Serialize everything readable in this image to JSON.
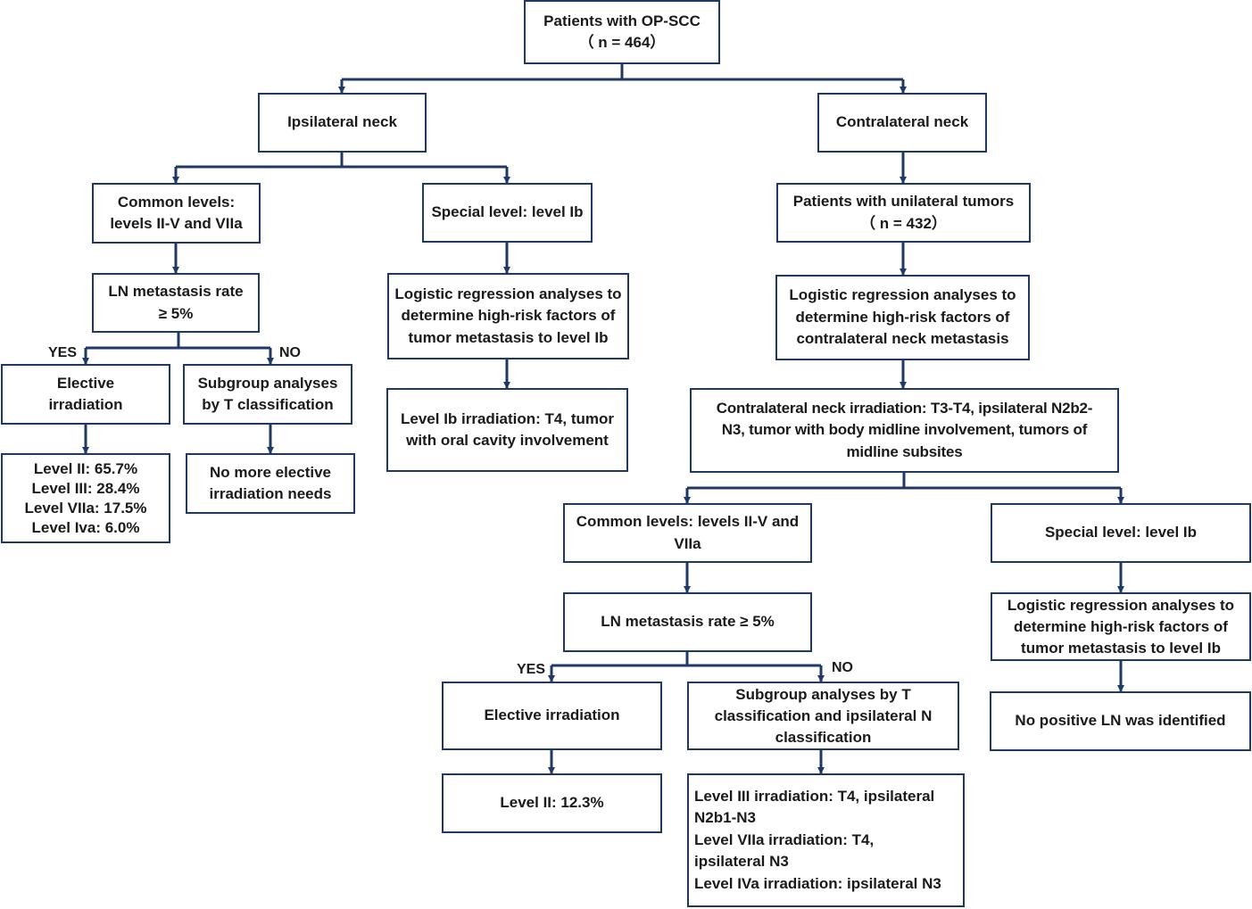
{
  "colors": {
    "line": "#1f3864",
    "text": "#1a1a1a",
    "background": "#ffffff"
  },
  "nodes": {
    "root": {
      "lines": [
        "Patients with OP-SCC",
        "（ n = 464）"
      ]
    },
    "ipsi": {
      "lines": [
        "Ipsilateral  neck"
      ]
    },
    "contra": {
      "lines": [
        "Contralateral  neck"
      ]
    },
    "ipsi_common": {
      "lines": [
        "Common levels:",
        "levels II-V and VIIa"
      ]
    },
    "ipsi_special": {
      "lines": [
        "Special  level:  level Ib"
      ]
    },
    "uni": {
      "lines": [
        "Patients with unilateral tumors",
        "（ n = 432）"
      ]
    },
    "ipsi_rate": {
      "lines": [
        "LN metastasis rate",
        "≥ 5%"
      ]
    },
    "ipsi_logreg": {
      "lines": [
        "Logistic regression analyses to",
        "determine high-risk factors of",
        "tumor metastasis to level Ib"
      ]
    },
    "contra_logreg": {
      "lines": [
        "Logistic regression analyses to",
        "determine high-risk factors of",
        "contralateral neck metastasis"
      ]
    },
    "ipsi_elective": {
      "lines": [
        "Elective",
        "irradiation"
      ]
    },
    "ipsi_subgroup": {
      "lines": [
        "Subgroup analyses",
        "by T classification"
      ]
    },
    "ipsi_ib_irr": {
      "lines": [
        "Level Ib irradiation:  T4, tumor",
        "with oral cavity involvement"
      ]
    },
    "contra_irr": {
      "lines": [
        "Contralateral neck irradiation:  T3-T4, ipsilateral  N2b2-",
        "N3, tumor with body midline involvement, tumors of",
        "midline subsites"
      ]
    },
    "ipsi_levels": {
      "lines": [
        "Level II: 65.7%",
        "Level III:  28.4%",
        "Level VIIa:  17.5%",
        "Level Iva:  6.0%"
      ]
    },
    "ipsi_nomore": {
      "lines": [
        "No more elective",
        "irradiation needs"
      ]
    },
    "contra_common": {
      "lines": [
        "Common levels:  levels II-V and",
        "VIIa"
      ]
    },
    "contra_special": {
      "lines": [
        "Special  level:  level Ib"
      ]
    },
    "contra_rate": {
      "lines": [
        "LN metastasis  rate ≥ 5%"
      ]
    },
    "contra_special_logreg": {
      "lines": [
        "Logistic regression analyses to",
        "determine high-risk factors of",
        "tumor metastasis  to level Ib"
      ]
    },
    "contra_elective": {
      "lines": [
        "Elective  irradiation"
      ]
    },
    "contra_subgroup": {
      "lines": [
        "Subgroup analyses by T",
        "classification  and ipsilateral  N",
        "classification"
      ]
    },
    "contra_nopos": {
      "lines": [
        "No positive  LN was identified"
      ]
    },
    "contra_level2": {
      "lines": [
        "Level II:  12.3%"
      ]
    },
    "contra_levels": {
      "lines": [
        "Level III irradiation:  T4, ipsilateral",
        "N2b1-N3",
        "Level VIIa irradiation:  T4,",
        "ipsilateral  N3",
        "Level IVa irradiation:  ipsilateral N3"
      ]
    }
  },
  "branch_labels": {
    "ipsi_yes": "YES",
    "ipsi_no": "NO",
    "contra_yes": "YES",
    "contra_no": "NO"
  }
}
